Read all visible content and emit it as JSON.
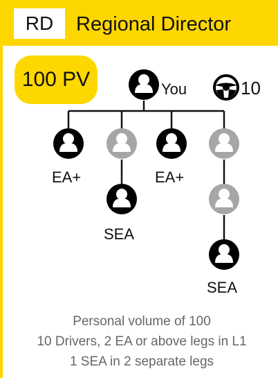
{
  "header": {
    "rank_code": "RD",
    "rank_title": "Regional Director"
  },
  "pv_badge": "100 PV",
  "tree": {
    "root_label": "You",
    "drivers_count": "10",
    "level1_labels": [
      "EA+",
      "EA+"
    ],
    "deep_labels": [
      "SEA",
      "SEA"
    ]
  },
  "requirements": [
    "Personal volume of 100",
    "10 Drivers, 2 EA or above legs in L1",
    "1 SEA in 2 separate legs"
  ],
  "colors": {
    "accent": "#ffd700",
    "active_person": "#000000",
    "inactive_person": "#a6a6a6",
    "caption_text": "#666666"
  }
}
